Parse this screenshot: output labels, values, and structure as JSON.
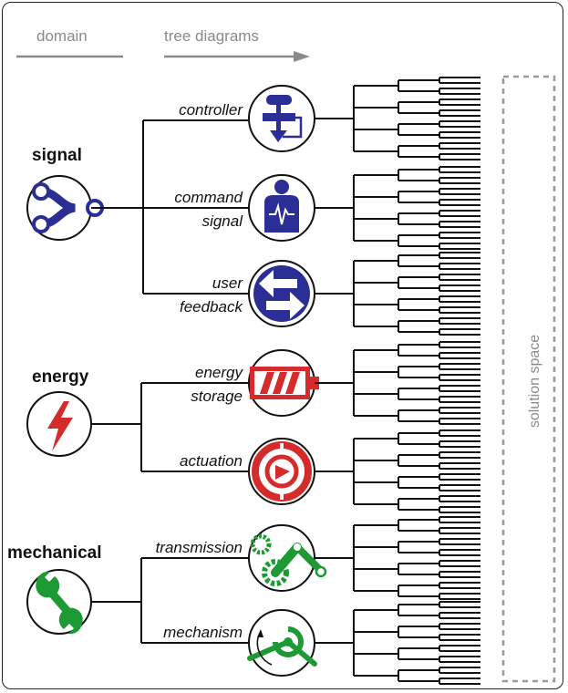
{
  "header": {
    "domain_label": "domain",
    "tree_label": "tree diagrams"
  },
  "solution_space_label": "solution space",
  "colors": {
    "signal": "#2b2e94",
    "energy": "#d52b2b",
    "mechanical": "#1e9a35",
    "header_gray": "#8a8a8a",
    "dashed_box": "#999999"
  },
  "domains": [
    {
      "name": "signal",
      "icon": "signal-split-icon",
      "branches": [
        {
          "line1": "controller",
          "line2": "",
          "icon": "flowchart-icon"
        },
        {
          "line1": "command",
          "line2": "signal",
          "icon": "user-signal-icon"
        },
        {
          "line1": "user",
          "line2": "feedback",
          "icon": "feedback-arrows-icon"
        }
      ]
    },
    {
      "name": "energy",
      "icon": "lightning-icon",
      "branches": [
        {
          "line1": "energy",
          "line2": "storage",
          "icon": "battery-icon"
        },
        {
          "line1": "actuation",
          "line2": "",
          "icon": "motor-icon"
        }
      ]
    },
    {
      "name": "mechanical",
      "icon": "wrench-icon",
      "branches": [
        {
          "line1": "transmission",
          "line2": "",
          "icon": "gears-arm-icon"
        },
        {
          "line1": "mechanism",
          "line2": "",
          "icon": "crank-mechanism-icon"
        }
      ]
    }
  ]
}
